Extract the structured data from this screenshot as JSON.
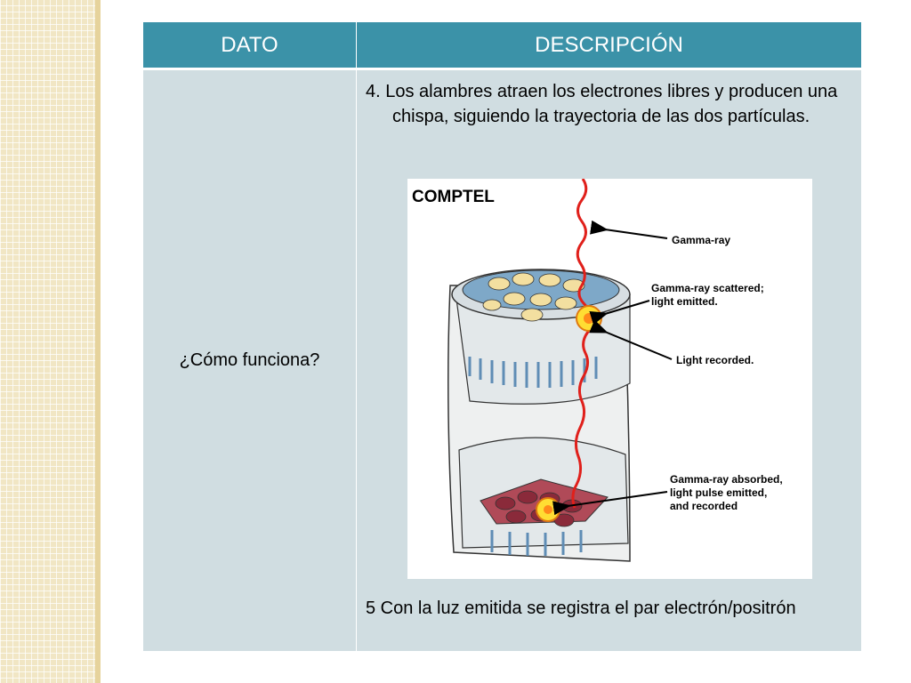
{
  "table": {
    "headers": [
      "DATO",
      "DESCRIPCIÓN"
    ],
    "row": {
      "dato": "¿Cómo funciona?",
      "paragraph1": "4. Los alambres atraen los electrones libres y producen una chispa, siguiendo la trayectoria de las dos partículas.",
      "paragraph2": "5 Con la luz emitida se registra el par electrón/positrón"
    }
  },
  "figure": {
    "title": "COMPTEL",
    "labels": {
      "gamma_ray": "Gamma-ray",
      "scattered_1": "Gamma-ray scattered;",
      "scattered_2": "light emitted.",
      "recorded": "Light recorded.",
      "absorbed_1": "Gamma-ray absorbed,",
      "absorbed_2": "light pulse emitted,",
      "absorbed_3": "and recorded"
    }
  },
  "colors": {
    "header_bg": "#3b92a8",
    "cell_bg": "#d0dde1",
    "gamma_ray": "#e0201b"
  }
}
